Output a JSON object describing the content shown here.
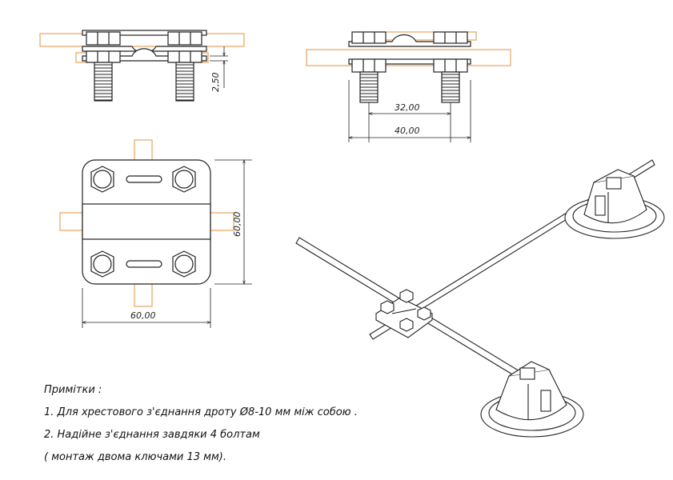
{
  "dimensions": {
    "thickness": "2,50",
    "bolt_spacing": "32,00",
    "plate_length": "40,00",
    "height": "60,00",
    "width": "60,00"
  },
  "notes": {
    "title": "Примітки :",
    "line1": "1.  Для хрестового з'єднання дроту   Ø8-10  мм між собою .",
    "line2": "2.  Надійне з'єднання завдяки  4  болтам",
    "line3": "( монтаж двома ключами  13 мм)."
  },
  "colors": {
    "wire": "#e8a35a",
    "line": "#222222"
  }
}
